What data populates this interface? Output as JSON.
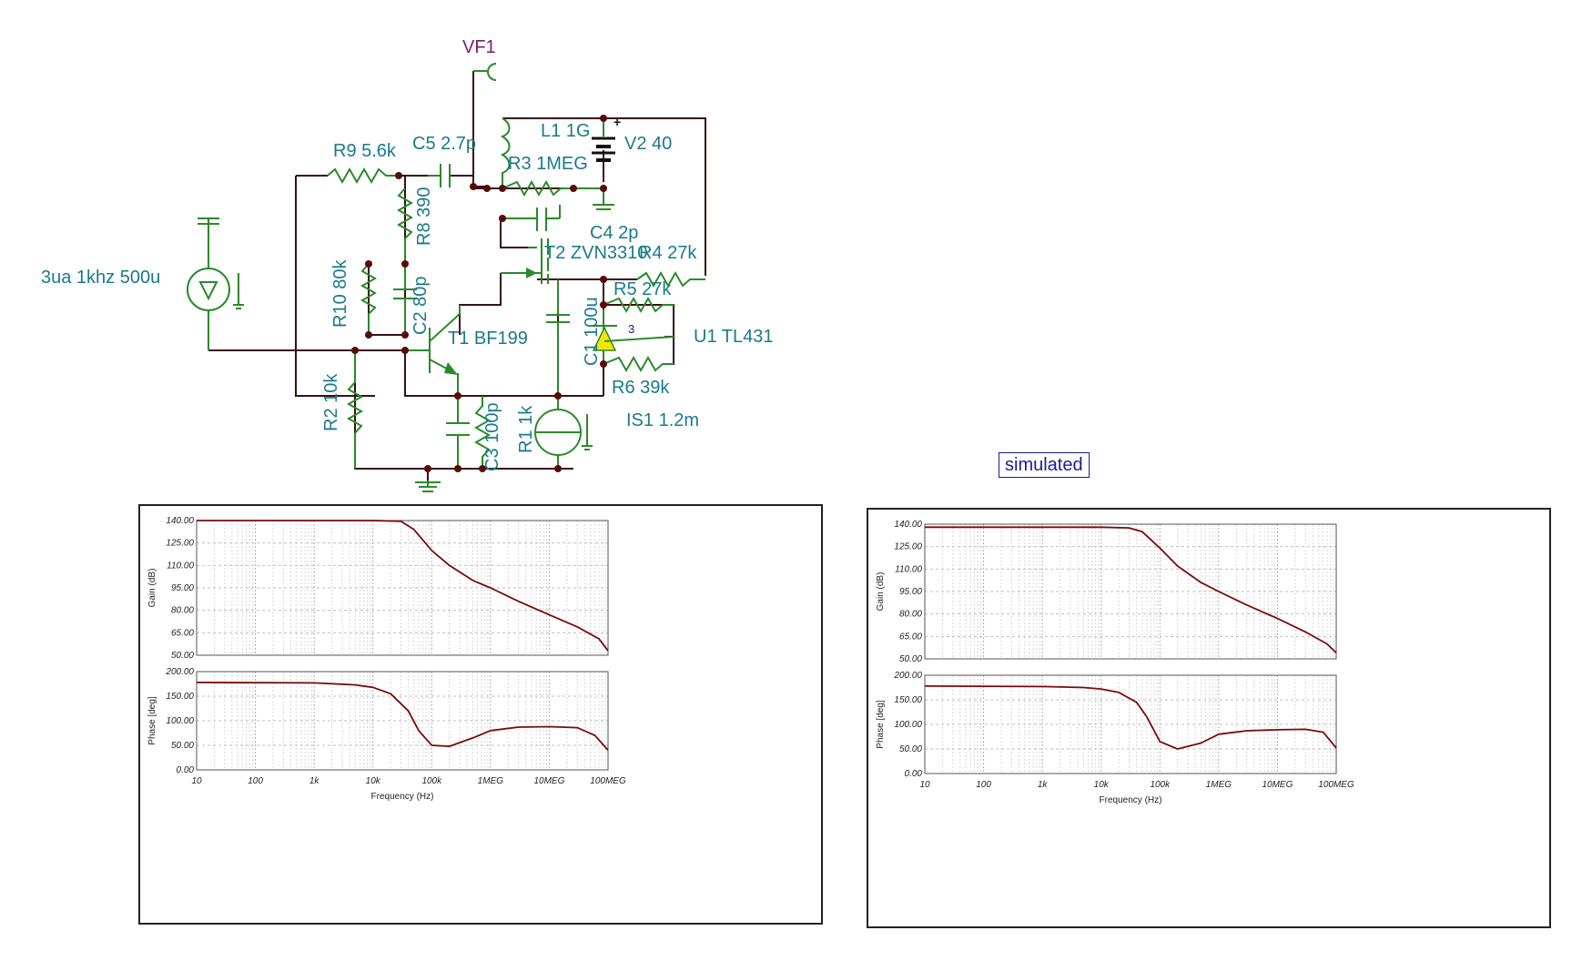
{
  "schematic": {
    "labels": {
      "vf1": "VF1",
      "r9": "R9 5.6k",
      "c5": "C5 2.7p",
      "l1": "L1 1G",
      "v2": "V2 40",
      "r3": "R3 1MEG",
      "r8": "R8 390",
      "c4": "C4 2p",
      "t2": "T2 ZVN3310",
      "r4": "R4 27k",
      "src": "3ua 1khz 500u",
      "r10": "R10 80k",
      "c2": "C2 80p",
      "t1": "T1 BF199",
      "r5": "R5 27k",
      "c1": "C1 100u",
      "pin3": "3",
      "u1": "U1 TL431",
      "r6": "R6 39k",
      "r2": "R2 10k",
      "c3": "C3 100p",
      "r1": "R1 1k",
      "is1": "IS1 1.2m",
      "plus": "+"
    }
  },
  "badge": {
    "label": "simulated"
  },
  "panels": [
    {
      "id": "left"
    },
    {
      "id": "right"
    }
  ],
  "axes": {
    "gain_label": "Gain (dB)",
    "phase_label": "Phase [deg]",
    "x_label": "Frequency (Hz)",
    "gain_ticks": [
      "140.00",
      "125.00",
      "110.00",
      "95.00",
      "80.00",
      "65.00",
      "50.00"
    ],
    "phase_ticks": [
      "200.00",
      "150.00",
      "100.00",
      "50.00",
      "0.00"
    ],
    "x_ticks": [
      "10",
      "100",
      "1k",
      "10k",
      "100k",
      "1MEG",
      "10MEG",
      "100MEG"
    ]
  },
  "chart_data": [
    {
      "type": "line",
      "title": "",
      "xlabel": "Frequency (Hz)",
      "ylabel": "Gain (dB)",
      "xscale": "log",
      "xlim": [
        10,
        100000000
      ],
      "ylim": [
        50,
        140
      ],
      "grid": true,
      "color": "#7a0a0a",
      "x": [
        10,
        1000,
        10000,
        30000,
        50000,
        100000,
        200000,
        500000,
        1000000,
        3000000,
        10000000,
        30000000,
        70000000,
        100000000
      ],
      "y": [
        140,
        140,
        140,
        139.5,
        134,
        120,
        110,
        100,
        95,
        86,
        77,
        69,
        61,
        53
      ]
    },
    {
      "type": "line",
      "title": "",
      "xlabel": "Frequency (Hz)",
      "ylabel": "Phase [deg]",
      "xscale": "log",
      "xlim": [
        10,
        100000000
      ],
      "ylim": [
        0,
        200
      ],
      "grid": true,
      "color": "#7a0a0a",
      "x": [
        10,
        1000,
        5000,
        10000,
        20000,
        40000,
        60000,
        100000,
        200000,
        500000,
        1000000,
        3000000,
        10000000,
        30000000,
        60000000,
        100000000
      ],
      "y": [
        178,
        177,
        173,
        168,
        155,
        120,
        80,
        50,
        48,
        65,
        80,
        87,
        88,
        86,
        70,
        40
      ]
    },
    {
      "type": "line",
      "title": "",
      "xlabel": "Frequency (Hz)",
      "ylabel": "Gain (dB)",
      "xscale": "log",
      "xlim": [
        10,
        100000000
      ],
      "ylim": [
        50,
        140
      ],
      "grid": true,
      "color": "#7a0a0a",
      "x": [
        10,
        1000,
        10000,
        30000,
        50000,
        100000,
        200000,
        500000,
        1000000,
        3000000,
        10000000,
        30000000,
        70000000,
        100000000
      ],
      "y": [
        138,
        138,
        138,
        137.5,
        135,
        124,
        112,
        101,
        95,
        86,
        77,
        68,
        60,
        54
      ]
    },
    {
      "type": "line",
      "title": "",
      "xlabel": "Frequency (Hz)",
      "ylabel": "Phase [deg]",
      "xscale": "log",
      "xlim": [
        10,
        100000000
      ],
      "ylim": [
        0,
        200
      ],
      "grid": true,
      "color": "#7a0a0a",
      "x": [
        10,
        1000,
        5000,
        10000,
        20000,
        40000,
        60000,
        100000,
        200000,
        500000,
        1000000,
        3000000,
        10000000,
        30000000,
        60000000,
        100000000
      ],
      "y": [
        178,
        177,
        175,
        172,
        165,
        145,
        115,
        65,
        50,
        62,
        80,
        87,
        89,
        90,
        84,
        52
      ]
    }
  ]
}
